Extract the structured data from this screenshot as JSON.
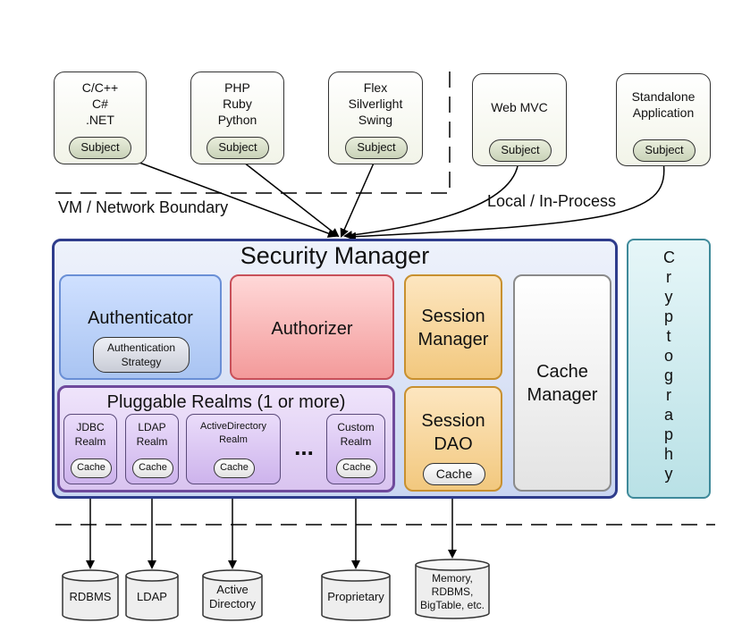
{
  "clients": [
    {
      "label": "C/C++\nC#\n.NET",
      "subject": "Subject"
    },
    {
      "label": "PHP\nRuby\nPython",
      "subject": "Subject"
    },
    {
      "label": "Flex\nSilverlight\nSwing",
      "subject": "Subject"
    },
    {
      "label": "Web MVC",
      "subject": "Subject"
    },
    {
      "label": "Standalone\nApplication",
      "subject": "Subject"
    }
  ],
  "boundaries": {
    "vm_network": "VM / Network Boundary",
    "local_in_process": "Local / In-Process"
  },
  "security_manager": {
    "title": "Security Manager",
    "authenticator": "Authenticator",
    "authentication_strategy": "Authentication\nStrategy",
    "authorizer": "Authorizer",
    "session_manager": "Session\nManager",
    "session_dao": "Session\nDAO",
    "session_dao_cache": "Cache",
    "cache_manager": "Cache\nManager",
    "pluggable_realms": {
      "title": "Pluggable Realms (1 or more)",
      "realms": [
        {
          "label": "JDBC\nRealm",
          "cache": "Cache"
        },
        {
          "label": "LDAP\nRealm",
          "cache": "Cache"
        },
        {
          "label": "ActiveDirectory\nRealm",
          "cache": "Cache"
        },
        {
          "label": "Custom\nRealm",
          "cache": "Cache"
        }
      ],
      "ellipsis": "..."
    }
  },
  "cryptography": "Cryptography",
  "data_stores": [
    {
      "label": "RDBMS"
    },
    {
      "label": "LDAP"
    },
    {
      "label": "Active\nDirectory"
    },
    {
      "label": "Proprietary"
    },
    {
      "label": "Memory,\nRDBMS,\nBigTable, etc."
    }
  ]
}
